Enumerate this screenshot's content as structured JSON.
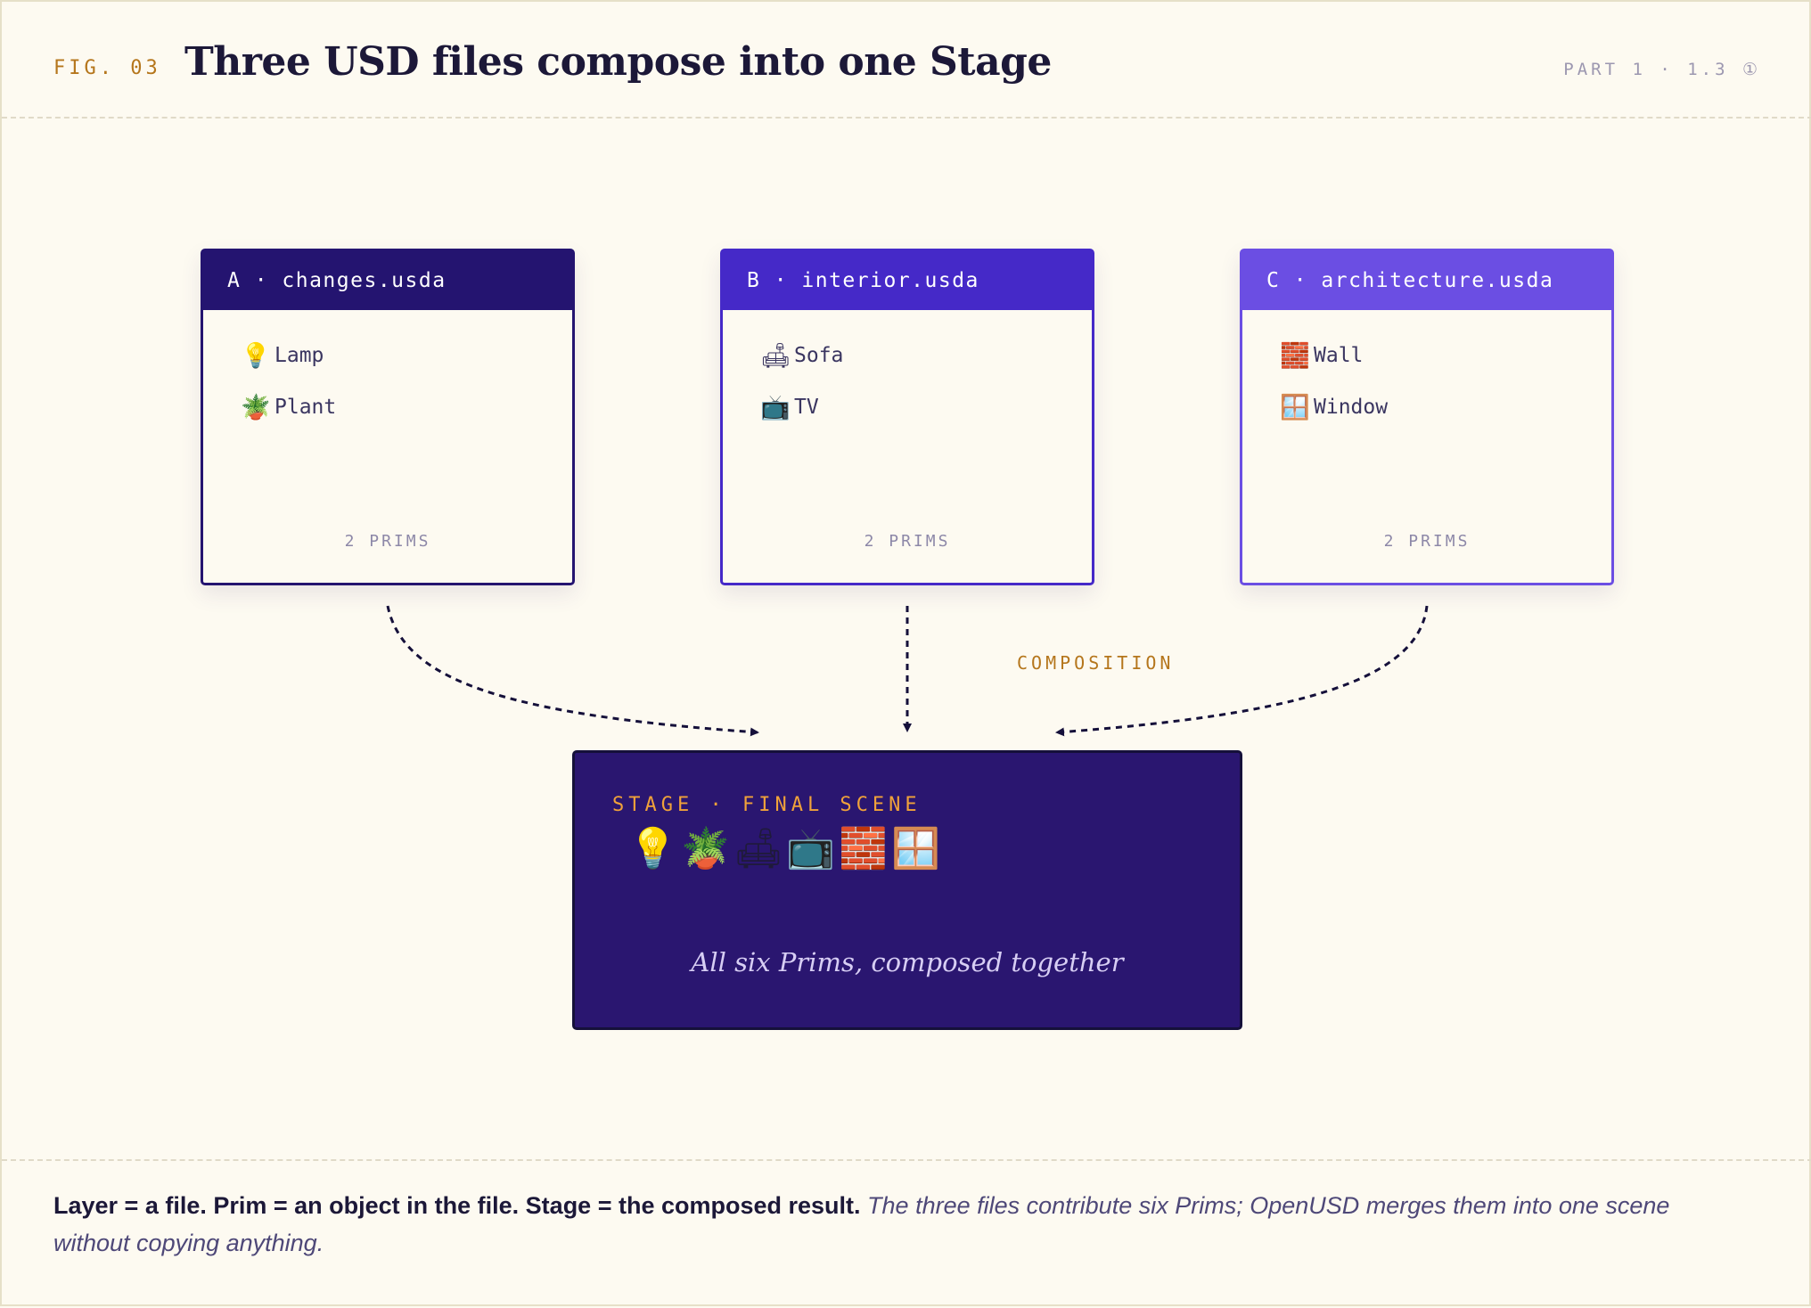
{
  "header": {
    "fig_label": "FIG. 03",
    "title": "Three USD files compose into one Stage",
    "ref": "PART 1 · 1.3 ①"
  },
  "layers": [
    {
      "id": "A",
      "title": "A · changes.usda",
      "color": "#241470",
      "prims": [
        {
          "icon": "💡",
          "icon_name": "lamp-icon",
          "label": "Lamp"
        },
        {
          "icon": "🪴",
          "icon_name": "plant-icon",
          "label": "Plant"
        }
      ],
      "count_label": "2 PRIMS"
    },
    {
      "id": "B",
      "title": "B · interior.usda",
      "color": "#4529c8",
      "prims": [
        {
          "icon": "🛋",
          "icon_name": "sofa-icon",
          "label": "Sofa"
        },
        {
          "icon": "📺",
          "icon_name": "tv-icon",
          "label": "TV"
        }
      ],
      "count_label": "2 PRIMS"
    },
    {
      "id": "C",
      "title": "C · architecture.usda",
      "color": "#6b4ee3",
      "prims": [
        {
          "icon": "🧱",
          "icon_name": "wall-icon",
          "label": "Wall"
        },
        {
          "icon": "🪟",
          "icon_name": "window-icon",
          "label": "Window"
        }
      ],
      "count_label": "2 PRIMS"
    }
  ],
  "composition_label": "COMPOSITION",
  "stage": {
    "title": "STAGE · FINAL SCENE",
    "icons": [
      "💡",
      "🪴",
      "🛋",
      "📺",
      "🧱",
      "🪟"
    ],
    "icon_names": [
      "lamp-icon",
      "plant-icon",
      "sofa-icon",
      "tv-icon",
      "wall-icon",
      "window-icon"
    ],
    "caption": "All six Prims, composed together",
    "color": "#2a1670"
  },
  "footer": {
    "strong": "Layer = a file. Prim = an object in the file. Stage = the composed result.",
    "emphasis": "The three files contribute six Prims; OpenUSD merges them into one scene without copying anything."
  }
}
